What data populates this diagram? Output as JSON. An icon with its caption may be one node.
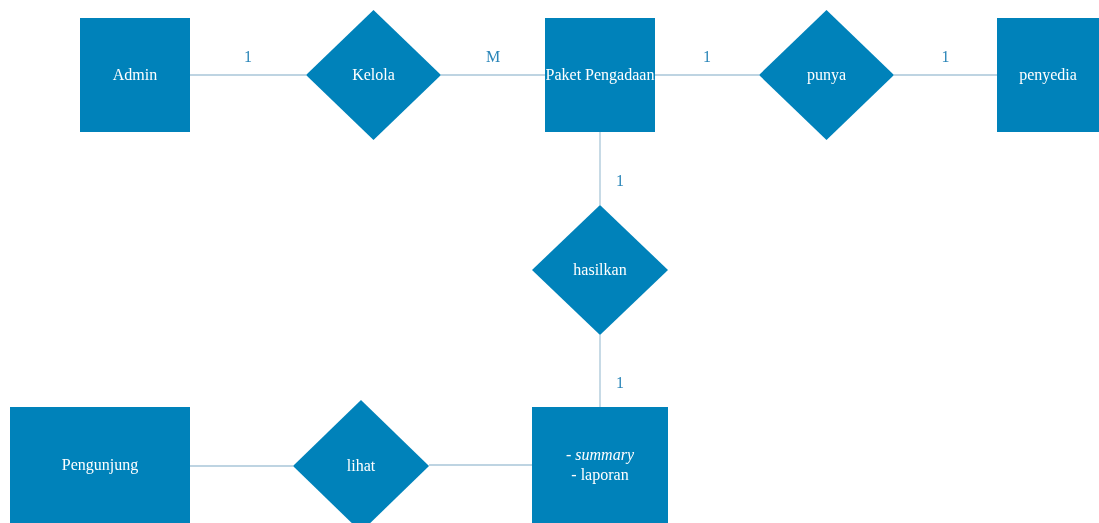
{
  "diagram": {
    "nodes": [
      {
        "text": [
          "Admin"
        ]
      },
      {
        "text": [
          "Kelola"
        ]
      },
      {
        "text": [
          "Paket Pengadaan"
        ]
      },
      {
        "text": [
          "punya"
        ]
      },
      {
        "text": [
          "penyedia"
        ]
      },
      {
        "text": [
          "hasilkan"
        ]
      },
      {
        "text": [
          "Pengunjung"
        ]
      },
      {
        "text": [
          "lihat"
        ]
      },
      {
        "text": [
          "- *summary*",
          "- laporan"
        ]
      }
    ],
    "edges": [
      {
        "from": 0,
        "to": 1,
        "arrow": "none",
        "label": "1"
      },
      {
        "from": 1,
        "to": 2,
        "arrow": "none",
        "label": "M"
      },
      {
        "from": 2,
        "to": 3,
        "arrow": "none",
        "label": "1"
      },
      {
        "from": 3,
        "to": 4,
        "arrow": "none",
        "label": "1"
      },
      {
        "from": 2,
        "to": 5,
        "arrow": "none",
        "label": "1"
      },
      {
        "from": 5,
        "to": 8,
        "arrow": "none",
        "label": "1"
      },
      {
        "from": 6,
        "to": 7,
        "arrow": "none"
      },
      {
        "from": 7,
        "to": 8,
        "arrow": "none"
      }
    ]
  }
}
